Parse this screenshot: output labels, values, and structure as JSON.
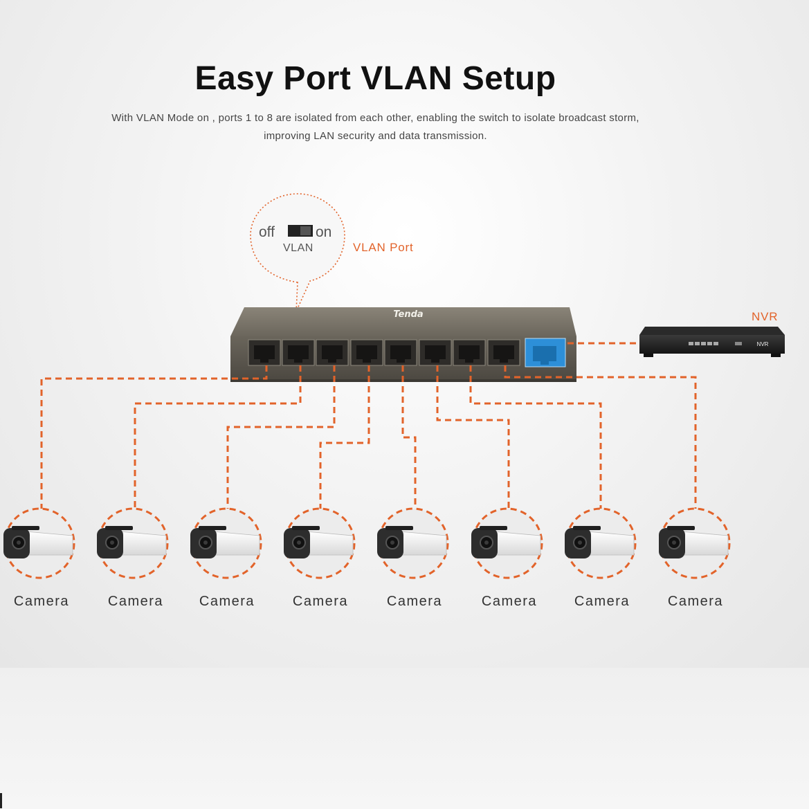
{
  "title": "Easy Port VLAN Setup",
  "subtitle_line1": "With VLAN Mode on , ports 1 to 8 are isolated from each other, enabling the switch to isolate broadcast storm,",
  "subtitle_line2": "improving LAN security and data transmission.",
  "callout": {
    "off_label": "off",
    "on_label": "on",
    "vlan_label": "VLAN",
    "vlan_port_label": "VLAN Port"
  },
  "switch": {
    "brand": "Tenda",
    "port_count": 8,
    "uplink_color": "#2d8fd8"
  },
  "nvr": {
    "label": "NVR",
    "device_text": "NVR"
  },
  "cameras": [
    {
      "label": "Camera"
    },
    {
      "label": "Camera"
    },
    {
      "label": "Camera"
    },
    {
      "label": "Camera"
    },
    {
      "label": "Camera"
    },
    {
      "label": "Camera"
    },
    {
      "label": "Camera"
    },
    {
      "label": "Camera"
    }
  ],
  "colors": {
    "accent": "#e2632a",
    "title": "#111111"
  },
  "icons": [
    "camera-icon",
    "network-switch-icon",
    "nvr-icon",
    "toggle-switch-icon"
  ]
}
